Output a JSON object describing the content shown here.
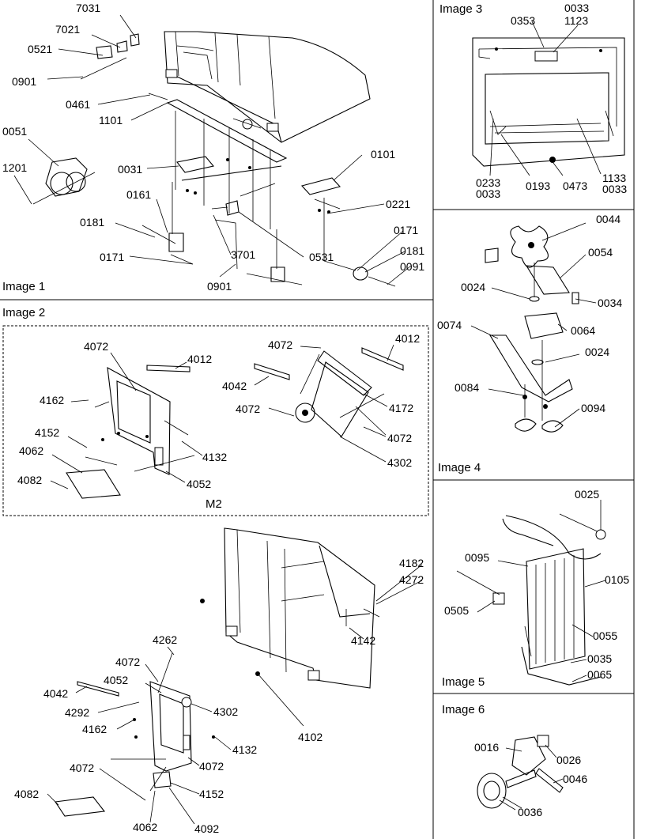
{
  "panels": {
    "p1": {
      "title": "Image 1"
    },
    "p2": {
      "title": "Image 2",
      "group": "M2"
    },
    "p3": {
      "title": "Image 3"
    },
    "p4": {
      "title": "Image 4"
    },
    "p5": {
      "title": "Image 5"
    },
    "p6": {
      "title": "Image 6"
    }
  },
  "callouts": {
    "c7031": "7031",
    "c7021": "7021",
    "c0521": "0521",
    "c0901a": "0901",
    "c0461": "0461",
    "c1101": "1101",
    "c0051": "0051",
    "c1201": "1201",
    "c0031": "0031",
    "c0101": "0101",
    "c0161": "0161",
    "c0181a": "0181",
    "c0221": "0221",
    "c0171a": "0171",
    "c3701": "3701",
    "c0531": "0531",
    "c0171b": "0171",
    "c0181b": "0181",
    "c0901b": "0901",
    "c0091": "0091",
    "c0033a": "0033",
    "c1123": "1123",
    "c0353": "0353",
    "c0233": "0233",
    "c0033b": "0033",
    "c0193": "0193",
    "c0473": "0473",
    "c1133": "1133",
    "c0033c": "0033",
    "c0044": "0044",
    "c0054": "0054",
    "c0024a": "0024",
    "c0034": "0034",
    "c0074": "0074",
    "c0064": "0064",
    "c0024b": "0024",
    "c0084": "0084",
    "c0094": "0094",
    "c0025": "0025",
    "c0095": "0095",
    "c0105": "0105",
    "c0505": "0505",
    "c0055": "0055",
    "c0035": "0035",
    "c0065": "0065",
    "c0016": "0016",
    "c0026": "0026",
    "c0046": "0046",
    "c0036": "0036",
    "c2_4072a": "4072",
    "c2_4012a": "4012",
    "c2_4162": "4162",
    "c2_4152": "4152",
    "c2_4062": "4062",
    "c2_4132": "4132",
    "c2_4082": "4082",
    "c2_4052": "4052",
    "c2_4072b": "4072",
    "c2_4012b": "4012",
    "c2_4042": "4042",
    "c2_4072c": "4072",
    "c2_4172": "4172",
    "c2_4072d": "4072",
    "c2_4302": "4302",
    "c3_4182": "4182",
    "c3_4272": "4272",
    "c3_4142": "4142",
    "c3_4262": "4262",
    "c3_4072a": "4072",
    "c3_4052": "4052",
    "c3_4042": "4042",
    "c3_4292": "4292",
    "c3_4162": "4162",
    "c3_4302": "4302",
    "c3_4102": "4102",
    "c3_4132": "4132",
    "c3_4072b": "4072",
    "c3_4072c": "4072",
    "c3_4152": "4152",
    "c3_4082": "4082",
    "c3_4062": "4062",
    "c3_4092": "4092"
  }
}
